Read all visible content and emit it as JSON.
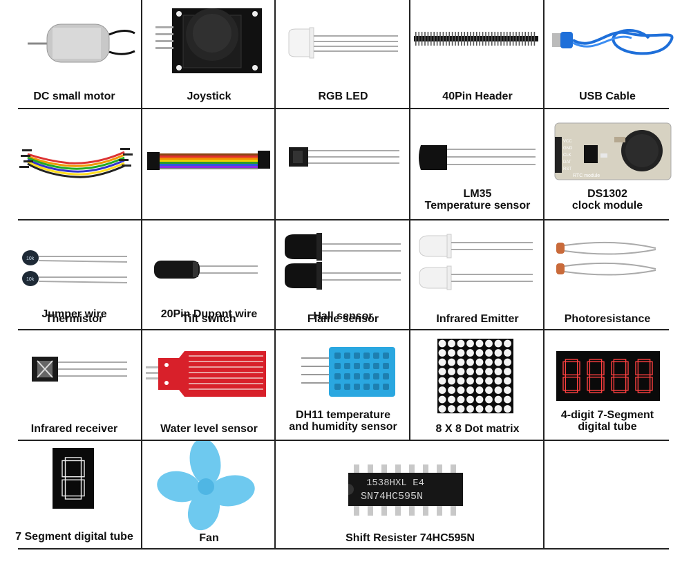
{
  "components": [
    {
      "id": "dc-motor",
      "label": "DC small motor",
      "icon": "dc-motor-icon"
    },
    {
      "id": "joystick",
      "label": "Joystick",
      "icon": "joystick-icon"
    },
    {
      "id": "rgb-led",
      "label": "RGB LED",
      "icon": "rgb-led-icon"
    },
    {
      "id": "pin-header",
      "label": "40Pin Header",
      "icon": "pin-header-icon"
    },
    {
      "id": "usb-cable",
      "label": "USB Cable",
      "icon": "usb-cable-icon"
    },
    {
      "id": "jumper-wire",
      "label": "Jumper wire",
      "icon": "jumper-wire-icon"
    },
    {
      "id": "dupont-wire",
      "label": "20Pin Dupont wire",
      "icon": "dupont-wire-icon"
    },
    {
      "id": "hall-sensor",
      "label": "Hall sensor",
      "icon": "hall-sensor-icon"
    },
    {
      "id": "lm35",
      "label": "LM35",
      "label2": "Temperature sensor",
      "icon": "lm35-icon"
    },
    {
      "id": "ds1302",
      "label": "DS1302",
      "label2": "clock module",
      "icon": "clock-module-icon",
      "board_text": [
        "VCC",
        "GND",
        "CLK",
        "DAT",
        "RST"
      ],
      "board_caption": "RTC module"
    },
    {
      "id": "thermistor",
      "label": "Thermistor",
      "icon": "thermistor-icon",
      "marking": "10k"
    },
    {
      "id": "tilt-switch",
      "label": "Tilt switch",
      "icon": "tilt-switch-icon"
    },
    {
      "id": "flame-sensor",
      "label": "Flame sensor",
      "icon": "flame-sensor-icon"
    },
    {
      "id": "ir-emitter",
      "label": "Infrared Emitter",
      "icon": "ir-emitter-icon"
    },
    {
      "id": "photoresistance",
      "label": "Photoresistance",
      "icon": "photoresistor-icon"
    },
    {
      "id": "ir-receiver",
      "label": "Infrared receiver",
      "icon": "ir-receiver-icon"
    },
    {
      "id": "water-level",
      "label": "Water level sensor",
      "icon": "water-level-icon"
    },
    {
      "id": "dht11",
      "label": "DH11 temperature",
      "label2": "and humidity sensor",
      "icon": "dht11-icon"
    },
    {
      "id": "dot-matrix",
      "label": "8 X 8 Dot matrix",
      "icon": "dot-matrix-icon"
    },
    {
      "id": "seg4",
      "label": "4-digit 7-Segment",
      "label2": "digital tube",
      "icon": "seven-seg-4-icon"
    },
    {
      "id": "seg1",
      "label": "7 Segment digital tube",
      "icon": "seven-seg-1-icon"
    },
    {
      "id": "fan",
      "label": "Fan",
      "icon": "fan-icon"
    },
    {
      "id": "shift-register",
      "label": "Shift Resister 74HC595N",
      "icon": "ic-chip-icon",
      "chip_text": [
        "1538HXL E4",
        "SN74HC595N"
      ]
    }
  ],
  "colors": {
    "border": "#222222",
    "pcb_black": "#111111",
    "pcb_red": "#d8202a",
    "pcb_blue": "#2aa7e0",
    "fan_blue": "#6ec9ef",
    "usb_blue": "#1e6fd9",
    "seg_red": "#ff4040"
  }
}
